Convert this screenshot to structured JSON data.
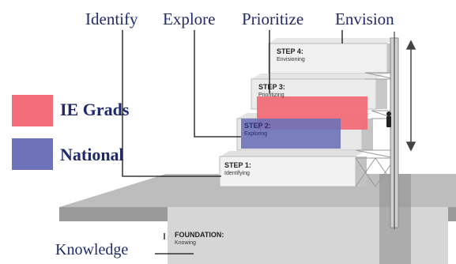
{
  "top_labels": [
    "Identify",
    "Explore",
    "Prioritize",
    "Envision"
  ],
  "legend": [
    {
      "label": "IE Grads",
      "color": "#f26d78"
    },
    {
      "label": "National",
      "color": "#6e72b8"
    }
  ],
  "steps": [
    {
      "title": "STEP 1:",
      "sub": "Identifying"
    },
    {
      "title": "STEP 2:",
      "sub": "Exploring"
    },
    {
      "title": "STEP 3:",
      "sub": "Prioritizing"
    },
    {
      "title": "STEP 4:",
      "sub": "Envisioning"
    }
  ],
  "foundation": {
    "title": "FOUNDATION:",
    "sub": "Knowing"
  },
  "bottom_label": "Knowledge",
  "colors": {
    "text": "#1f2a6b",
    "ie_grads": "#f26d78",
    "national": "#6e72b8"
  }
}
